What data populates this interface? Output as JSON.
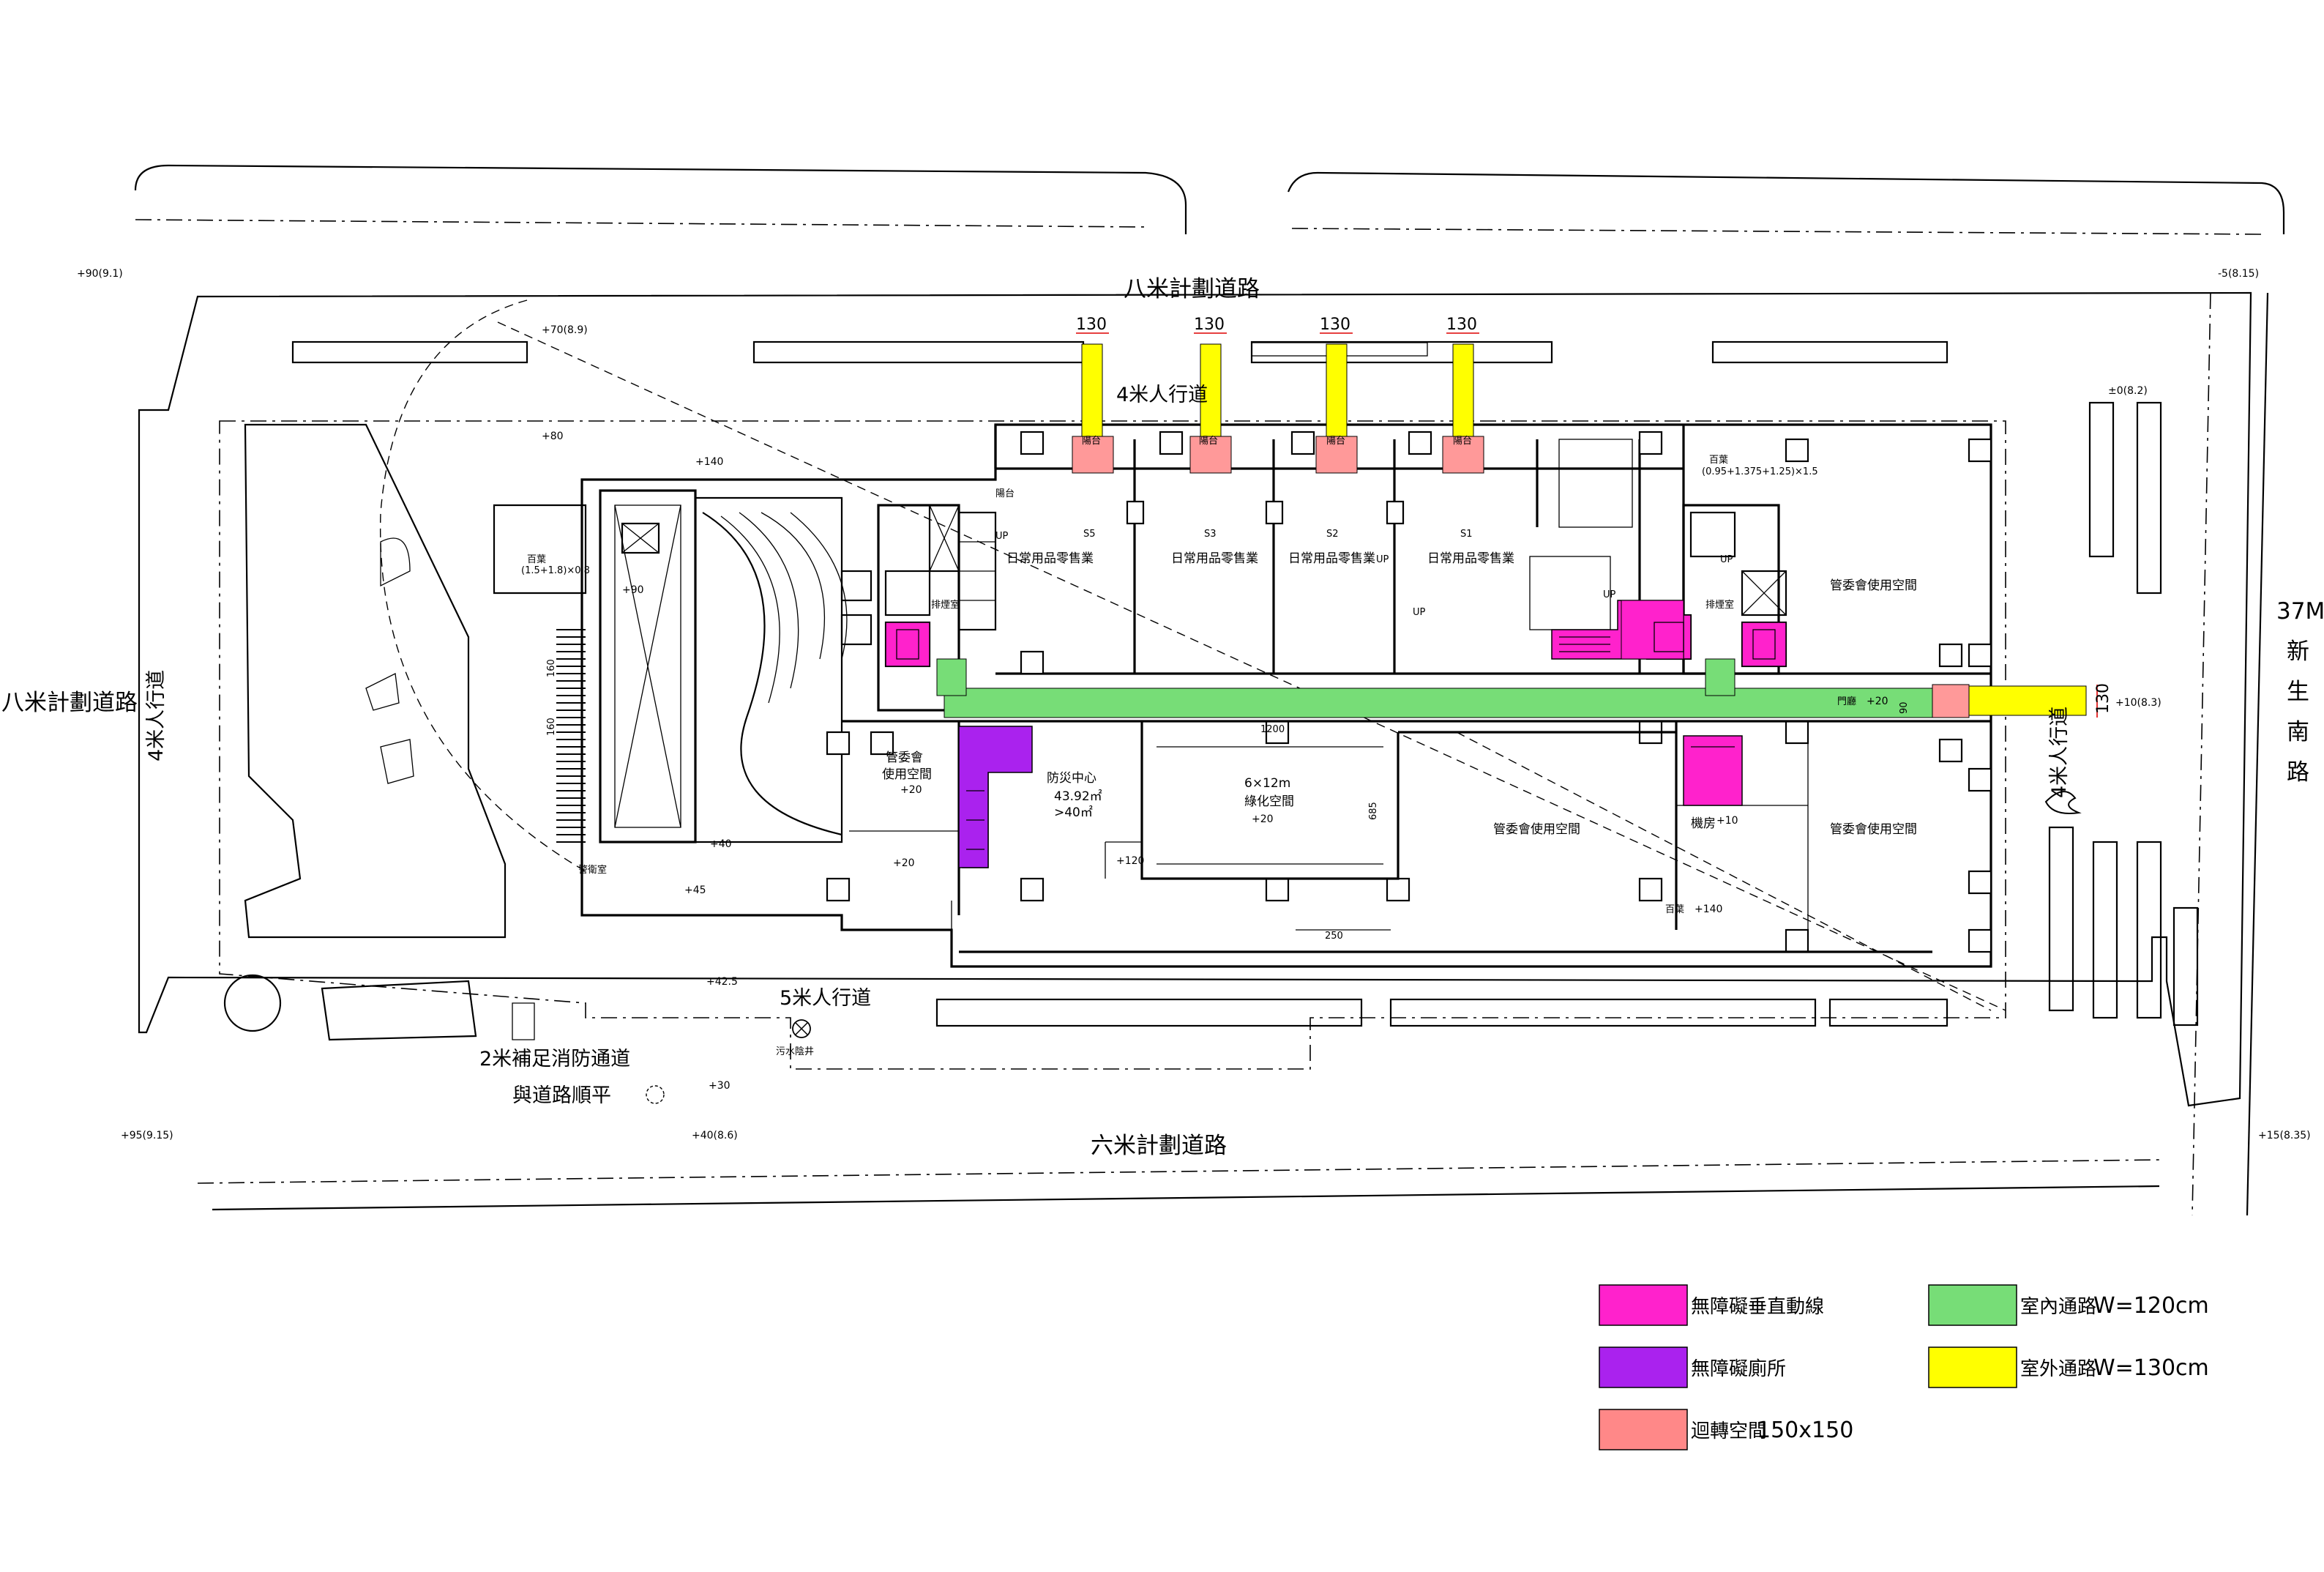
{
  "roads": {
    "north": "八米計劃道路",
    "south": "六米計劃道路",
    "west": "八米計劃道路",
    "east_width": "37M",
    "east_name": [
      "新",
      "生",
      "南",
      "路"
    ]
  },
  "sidewalks": {
    "north": "4米人行道",
    "west": "4米人行道",
    "east": "4米人行道",
    "south": "5米人行道",
    "fire_lane_line1": "2米補足消防通道",
    "fire_lane_line2": "與道路順平"
  },
  "levels": {
    "nw": "+90(9.1)",
    "ne": "-5(8.15)",
    "sw": "+95(9.15)",
    "se": "+15(8.35)",
    "n_mid": "+70(8.9)",
    "s_mid": "+40(8.6)",
    "e_top": "±0(8.2)",
    "e_entry": "+10(8.3)",
    "plus80": "+80",
    "plus140": "+140",
    "plus90": "+90",
    "plus40": "+40",
    "plus45": "+45",
    "plus42": "+42.5",
    "plus30": "+30",
    "plus20a": "+20",
    "plus20b": "+20",
    "plus20c": "+20",
    "plus20d": "+20",
    "plus120": "+120",
    "plus10": "+10",
    "plus140b": "+140"
  },
  "widths": {
    "north_1": "130",
    "north_2": "130",
    "north_3": "130",
    "north_4": "130",
    "east": "130",
    "door_90": "90",
    "v160a": "160",
    "v160b": "160",
    "w1200": "1200",
    "w250": "250",
    "h_685": "685"
  },
  "rooms": {
    "shop_s5": "日常用品零售業",
    "shop_s3": "日常用品零售業",
    "shop_s2": "日常用品零售業",
    "shop_s1": "日常用品零售業",
    "mgmt_west_1": "管委會",
    "mgmt_west_2": "使用空間",
    "fire_center_1": "防災中心",
    "fire_center_2": "43.92㎡",
    "fire_center_3": ">40㎡",
    "fitness_1": "6×12m",
    "fitness_2": "綠化空間",
    "mgmt_center": "管委會使用空間",
    "mgmt_ne": "管委會使用空間",
    "mgmt_se": "管委會使用空間",
    "machine": "機房",
    "balcony_1": "陽台",
    "balcony_2": "陽台",
    "balcony_3": "陽台",
    "balcony_4": "陽台",
    "balcony_5": "陽台",
    "escape_w": "排煙室",
    "escape_e": "排煙室",
    "entry_hall": "門廳",
    "guard": "警衛室",
    "louver_w": "百葉",
    "louver_w_dim": "(1.5+1.8)×0.8",
    "louver_e": "百葉",
    "louver_e_dim": "(0.95+1.375+1.25)×1.5",
    "louver_s": "百葉",
    "sewer": "污水陰井"
  },
  "unit_tags": {
    "s5": "S5",
    "s3": "S3",
    "s2": "S2",
    "s1": "S1"
  },
  "stairs": {
    "up": "UP"
  },
  "legend": [
    {
      "label": "無障礙垂直動線",
      "size": "",
      "color": "#ff22cc"
    },
    {
      "label": "無障礙廁所",
      "size": "",
      "color": "#aa22ee"
    },
    {
      "label": "迴轉空間",
      "size": "150x150",
      "color": "#ff8888"
    },
    {
      "label": "室內通路",
      "size": "W=120cm",
      "color": "#77dd77"
    },
    {
      "label": "室外通路",
      "size": "W=130cm",
      "color": "#ffff00"
    }
  ]
}
